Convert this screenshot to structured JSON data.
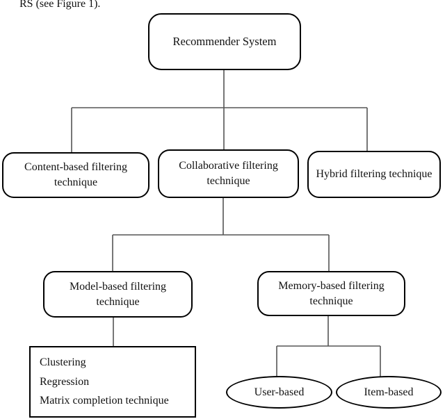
{
  "page": {
    "caption": "RS (see Figure 1)."
  },
  "diagram": {
    "type": "tree",
    "root": {
      "label": "Recommender System"
    },
    "techniques": [
      {
        "label": "Content-based filtering technique"
      },
      {
        "label": "Collaborative filtering technique"
      },
      {
        "label": "Hybrid filtering technique"
      }
    ],
    "collaborative_children": [
      {
        "label": "Model-based filtering technique"
      },
      {
        "label": "Memory-based filtering technique"
      }
    ],
    "model_based_methods": [
      "Clustering",
      "Regression",
      "Matrix completion technique"
    ],
    "memory_based_types": [
      {
        "label": "User-based"
      },
      {
        "label": "Item-based"
      }
    ],
    "colors": {
      "node_border": "#000000",
      "connector": "#555555",
      "background": "#ffffff",
      "text": "#111111"
    }
  }
}
